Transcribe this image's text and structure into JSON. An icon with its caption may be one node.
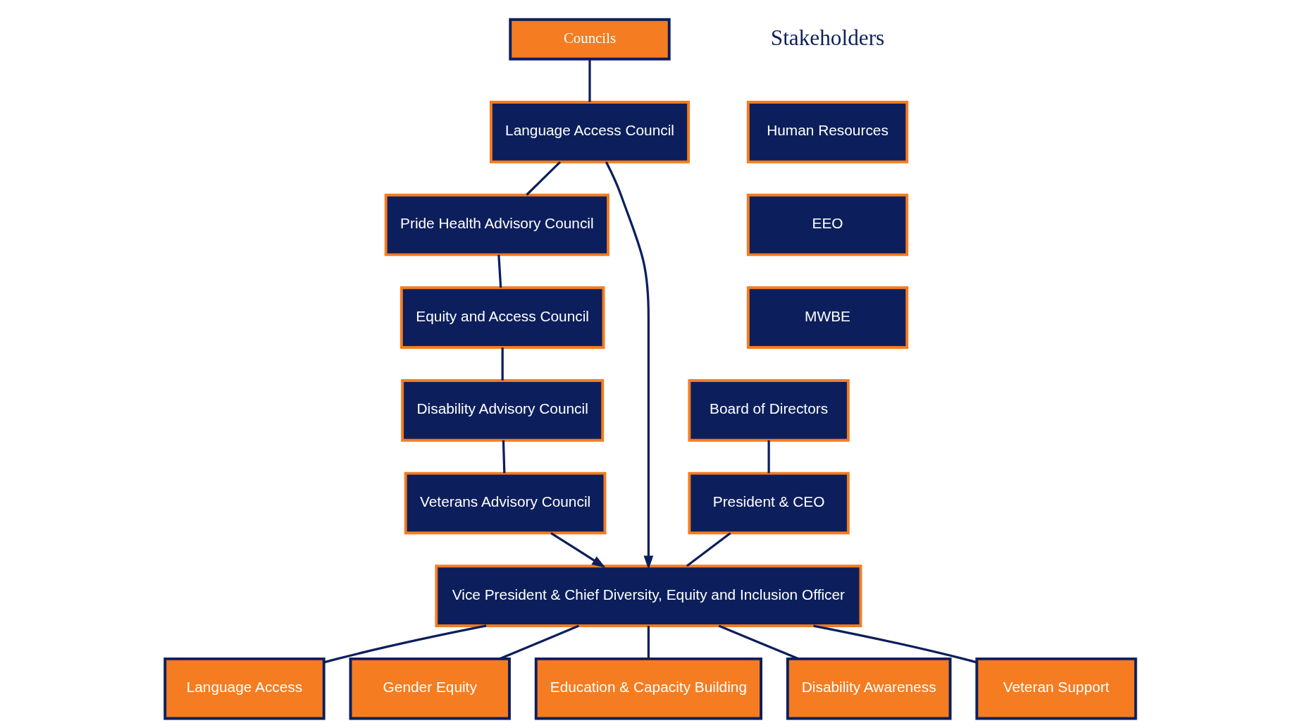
{
  "diagram": {
    "nodes": [
      {
        "text": [
          "Councils"
        ]
      },
      {
        "text": [
          "Language Access Council"
        ]
      },
      {
        "text": [
          "Pride Health Advisory Council"
        ]
      },
      {
        "text": [
          "Equity and Access Council"
        ]
      },
      {
        "text": [
          "Disability Advisory Council"
        ]
      },
      {
        "text": [
          "Veterans Advisory Council"
        ]
      },
      {
        "text": [
          "Board of Directors"
        ]
      },
      {
        "text": [
          "President & CEO"
        ]
      },
      {
        "text": [
          "Vice President & Chief Diversity, Equity and Inclusion Officer"
        ]
      },
      {
        "text": [
          "Language Access"
        ]
      },
      {
        "text": [
          "Gender Equity"
        ]
      },
      {
        "text": [
          "Education & Capacity Building"
        ]
      },
      {
        "text": [
          "Disability Awareness"
        ]
      },
      {
        "text": [
          "Veteran Support"
        ]
      },
      {
        "text": [
          "Human Resources"
        ]
      },
      {
        "text": [
          "EEO"
        ]
      },
      {
        "text": [
          "MWBE"
        ]
      }
    ],
    "edges": [
      {
        "from": 0,
        "to": 1,
        "arrow": "none"
      },
      {
        "from": 1,
        "to": 2,
        "arrow": "none"
      },
      {
        "from": 2,
        "to": 3,
        "arrow": "none"
      },
      {
        "from": 3,
        "to": 4,
        "arrow": "none"
      },
      {
        "from": 4,
        "to": 5,
        "arrow": "none"
      },
      {
        "from": 1,
        "to": 8,
        "arrow": "to"
      },
      {
        "from": 5,
        "to": 8,
        "arrow": "to"
      },
      {
        "from": 6,
        "to": 7,
        "arrow": "none"
      },
      {
        "from": 7,
        "to": 8,
        "arrow": "none"
      },
      {
        "from": 8,
        "to": 9,
        "arrow": "none"
      },
      {
        "from": 8,
        "to": 10,
        "arrow": "none"
      },
      {
        "from": 8,
        "to": 11,
        "arrow": "none"
      },
      {
        "from": 8,
        "to": 12,
        "arrow": "none"
      },
      {
        "from": 8,
        "to": 13,
        "arrow": "none"
      }
    ],
    "labels": [
      "Stakeholders"
    ]
  }
}
